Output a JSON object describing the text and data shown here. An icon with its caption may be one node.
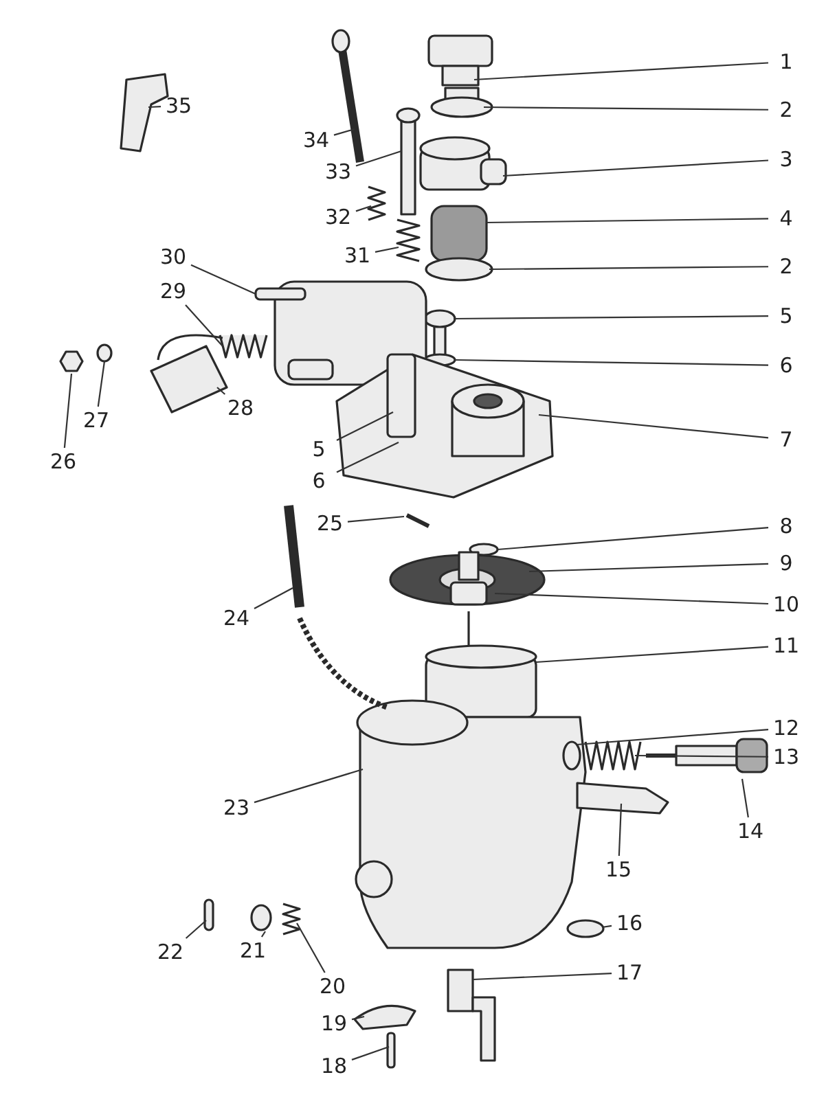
{
  "diagram": {
    "nodes": [
      {
        "text": [
          "1"
        ]
      },
      {
        "text": [
          "2"
        ]
      },
      {
        "text": [
          "3"
        ]
      },
      {
        "text": [
          "4"
        ]
      },
      {
        "text": [
          "2"
        ]
      },
      {
        "text": [
          "5"
        ]
      },
      {
        "text": [
          "6"
        ]
      },
      {
        "text": [
          "7"
        ]
      },
      {
        "text": [
          "8"
        ]
      },
      {
        "text": [
          "9"
        ]
      },
      {
        "text": [
          "10"
        ]
      },
      {
        "text": [
          "11"
        ]
      },
      {
        "text": [
          "12"
        ]
      },
      {
        "text": [
          "13"
        ]
      },
      {
        "text": [
          "14"
        ]
      },
      {
        "text": [
          "15"
        ]
      },
      {
        "text": [
          "16"
        ]
      },
      {
        "text": [
          "17"
        ]
      },
      {
        "text": [
          "18"
        ]
      },
      {
        "text": [
          "19"
        ]
      },
      {
        "text": [
          "20"
        ]
      },
      {
        "text": [
          "21"
        ]
      },
      {
        "text": [
          "22"
        ]
      },
      {
        "text": [
          "23"
        ]
      },
      {
        "text": [
          "24"
        ]
      },
      {
        "text": [
          "25"
        ]
      },
      {
        "text": [
          "26"
        ]
      },
      {
        "text": [
          "27"
        ]
      },
      {
        "text": [
          "28"
        ]
      },
      {
        "text": [
          "29"
        ]
      },
      {
        "text": [
          "30"
        ]
      },
      {
        "text": [
          "31"
        ]
      },
      {
        "text": [
          "32"
        ]
      },
      {
        "text": [
          "33"
        ]
      },
      {
        "text": [
          "34"
        ]
      },
      {
        "text": [
          "35"
        ]
      },
      {
        "text": [
          "5"
        ]
      },
      {
        "text": [
          "6"
        ]
      }
    ],
    "edges": [
      {
        "from": 0,
        "to": null,
        "arrow": "none"
      },
      {
        "from": 1,
        "to": null,
        "arrow": "none"
      },
      {
        "from": 2,
        "to": null,
        "arrow": "none"
      },
      {
        "from": 3,
        "to": null,
        "arrow": "none"
      },
      {
        "from": 4,
        "to": null,
        "arrow": "none"
      },
      {
        "from": 5,
        "to": null,
        "arrow": "none"
      },
      {
        "from": 6,
        "to": null,
        "arrow": "none"
      },
      {
        "from": 7,
        "to": null,
        "arrow": "none"
      },
      {
        "from": 8,
        "to": null,
        "arrow": "none"
      },
      {
        "from": 9,
        "to": null,
        "arrow": "none"
      },
      {
        "from": 10,
        "to": null,
        "arrow": "none"
      },
      {
        "from": 11,
        "to": null,
        "arrow": "none"
      },
      {
        "from": 12,
        "to": null,
        "arrow": "none"
      },
      {
        "from": 13,
        "to": null,
        "arrow": "none"
      },
      {
        "from": 14,
        "to": null,
        "arrow": "none"
      },
      {
        "from": 15,
        "to": null,
        "arrow": "none"
      },
      {
        "from": 16,
        "to": null,
        "arrow": "none"
      },
      {
        "from": 17,
        "to": null,
        "arrow": "none"
      },
      {
        "from": 18,
        "to": null,
        "arrow": "none"
      },
      {
        "from": 19,
        "to": null,
        "arrow": "none"
      },
      {
        "from": 20,
        "to": null,
        "arrow": "none"
      },
      {
        "from": 21,
        "to": null,
        "arrow": "none"
      },
      {
        "from": 22,
        "to": null,
        "arrow": "none"
      },
      {
        "from": 23,
        "to": null,
        "arrow": "none"
      },
      {
        "from": 24,
        "to": null,
        "arrow": "none"
      },
      {
        "from": 25,
        "to": null,
        "arrow": "none"
      },
      {
        "from": 26,
        "to": null,
        "arrow": "none"
      },
      {
        "from": 27,
        "to": null,
        "arrow": "none"
      },
      {
        "from": 28,
        "to": null,
        "arrow": "none"
      },
      {
        "from": 29,
        "to": null,
        "arrow": "none"
      },
      {
        "from": 30,
        "to": null,
        "arrow": "none"
      },
      {
        "from": 31,
        "to": null,
        "arrow": "none"
      },
      {
        "from": 32,
        "to": null,
        "arrow": "none"
      },
      {
        "from": 33,
        "to": null,
        "arrow": "none"
      },
      {
        "from": 34,
        "to": null,
        "arrow": "none"
      },
      {
        "from": 35,
        "to": null,
        "arrow": "none"
      },
      {
        "from": 36,
        "to": null,
        "arrow": "none"
      },
      {
        "from": 37,
        "to": null,
        "arrow": "none"
      }
    ]
  }
}
